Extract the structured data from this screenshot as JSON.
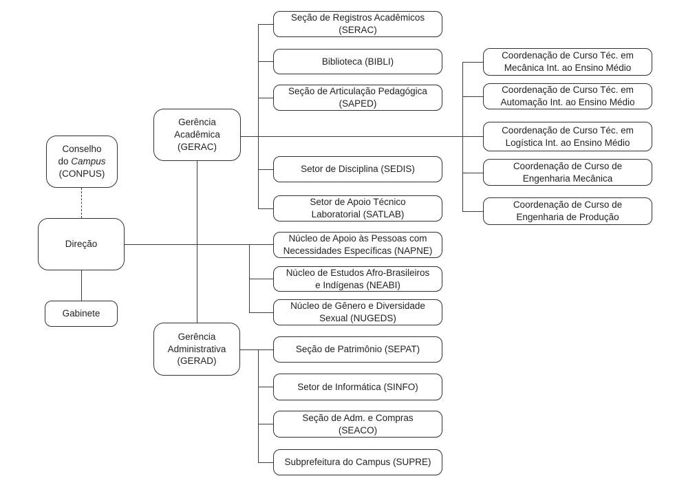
{
  "colors": {
    "line": "#3a3a3a",
    "border": "#2f2f2f",
    "text": "#1f1f1f",
    "background": "#ffffff"
  },
  "nodes": {
    "conpus": {
      "line1": "Conselho",
      "line2_regular": "do",
      "line2_italic": "Campus",
      "line3": "(CONPUS)"
    },
    "direcao": {
      "lines": [
        "Direção"
      ]
    },
    "gabinete": {
      "lines": [
        "Gabinete"
      ]
    },
    "gerac": {
      "lines": [
        "Gerência",
        "Acadêmica",
        "(GERAC)"
      ]
    },
    "gerad": {
      "lines": [
        "Gerência",
        "Administrativa",
        "(GERAD)"
      ]
    },
    "serac": {
      "lines": [
        "Seção de Registros Acadêmicos",
        "(SERAC)"
      ]
    },
    "bibli": {
      "lines": [
        "Biblioteca (BIBLI)"
      ]
    },
    "saped": {
      "lines": [
        "Seção de Articulação Pedagógica",
        "(SAPED)"
      ]
    },
    "sedis": {
      "lines": [
        "Setor de Disciplina (SEDIS)"
      ]
    },
    "satlab": {
      "lines": [
        "Setor de Apoio Técnico",
        "Laboratorial (SATLAB)"
      ]
    },
    "coord_tec_mecanica": {
      "lines": [
        "Coordenação de Curso Téc. em",
        "Mecânica Int. ao Ensino Médio"
      ]
    },
    "coord_tec_automacao": {
      "lines": [
        "Coordenação de Curso Téc. em",
        "Automação Int. ao Ensino Médio"
      ]
    },
    "coord_tec_logistica": {
      "lines": [
        "Coordenação de Curso Téc. em",
        "Logística Int. ao Ensino Médio"
      ]
    },
    "coord_eng_mecanica": {
      "lines": [
        "Coordenação de Curso de",
        "Engenharia Mecânica"
      ]
    },
    "coord_eng_producao": {
      "lines": [
        "Coordenação de Curso de",
        "Engenharia de Produção"
      ]
    },
    "napne": {
      "lines": [
        "Núcleo de Apoio às Pessoas com",
        "Necessidades Específicas (NAPNE)"
      ]
    },
    "neabi": {
      "lines": [
        "Núcleo de Estudos Afro-Brasileiros",
        "e Indígenas (NEABI)"
      ]
    },
    "nugeds": {
      "lines": [
        "Núcleo de Gênero e Diversidade",
        "Sexual (NUGEDS)"
      ]
    },
    "sepat": {
      "lines": [
        "Seção de Patrimônio (SEPAT)"
      ]
    },
    "sinfo": {
      "lines": [
        "Setor de Informática (SINFO)"
      ]
    },
    "seaco": {
      "lines": [
        "Seção de Adm. e Compras",
        "(SEACO)"
      ]
    },
    "supre": {
      "lines": [
        "Subprefeitura do Campus (SUPRE)"
      ]
    }
  }
}
